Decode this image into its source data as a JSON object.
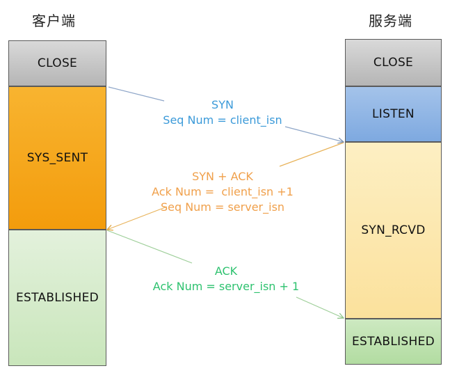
{
  "headers": {
    "client": "客户端",
    "server": "服务端"
  },
  "client_states": {
    "close": "CLOSE",
    "sys_sent": "SYS_SENT",
    "established": "ESTABLISHED"
  },
  "server_states": {
    "close": "CLOSE",
    "listen": "LISTEN",
    "syn_rcvd": "SYN_RCVD",
    "established": "ESTABLISHED"
  },
  "messages": {
    "syn": {
      "line1": "SYN",
      "line2": "Seq Num = client_isn"
    },
    "syn_ack": {
      "line1": "SYN + ACK",
      "line2": "Ack Num =  client_isn +1",
      "line3": "Seq Num = server_isn"
    },
    "ack": {
      "line1": "ACK",
      "line2": "Ack Num = server_isn + 1"
    }
  },
  "colors": {
    "close": "#c4c4c4",
    "sys_sent": "#f5a81e",
    "listen": "#8fb5e5",
    "syn_rcvd": "#fce7ad",
    "established": "#c6e5b8",
    "syn_text": "#3b9ad9",
    "syn_ack_text": "#f0a04b",
    "ack_text": "#2ec26f"
  }
}
